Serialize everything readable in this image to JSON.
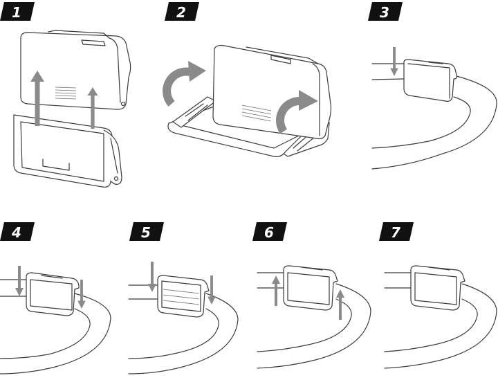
{
  "steps": [
    {
      "number": "1"
    },
    {
      "number": "2"
    },
    {
      "number": "3"
    },
    {
      "number": "4"
    },
    {
      "number": "5"
    },
    {
      "number": "6"
    },
    {
      "number": "7"
    }
  ],
  "colors": {
    "badge": "#111111",
    "badge_text": "#ffffff",
    "line": "#3a3a3a",
    "arrow": "#8a8a8a",
    "background": "#ffffff"
  },
  "icons": [
    "arrow-up-icon",
    "arrow-down-icon",
    "rotate-clockwise-icon"
  ]
}
